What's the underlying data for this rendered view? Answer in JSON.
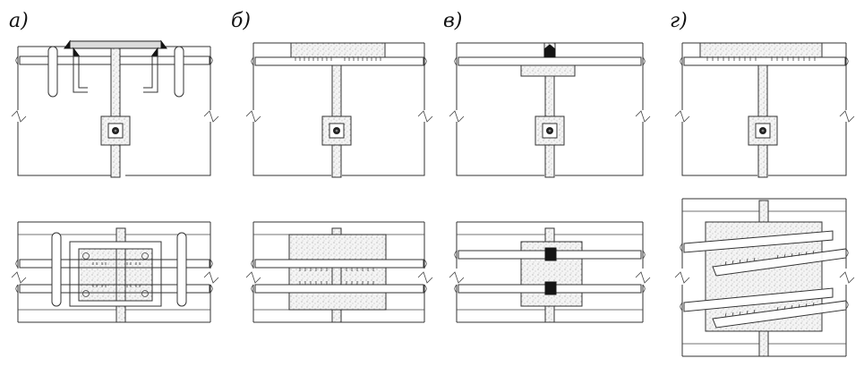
{
  "panels": [
    {
      "id": "a",
      "label": "а)"
    },
    {
      "id": "b",
      "label": "б)"
    },
    {
      "id": "v",
      "label": "в)"
    },
    {
      "id": "g",
      "label": "г)"
    }
  ],
  "colors": {
    "line": "#333333",
    "fill": "#151515",
    "background": "#ffffff"
  },
  "icons": [
    "break-line",
    "bolt",
    "weld-seam"
  ]
}
